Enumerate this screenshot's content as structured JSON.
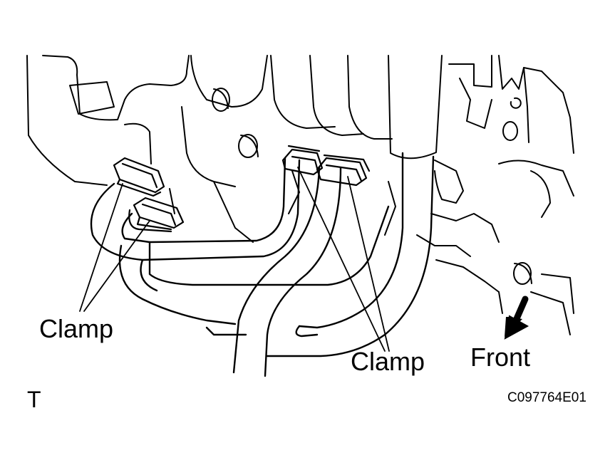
{
  "labels": {
    "clamp_left": "Clamp",
    "clamp_right": "Clamp",
    "front": "Front",
    "corner_letter": "T",
    "figure_code": "C097764E01"
  },
  "colors": {
    "ink": "#000000",
    "paper": "#ffffff"
  }
}
